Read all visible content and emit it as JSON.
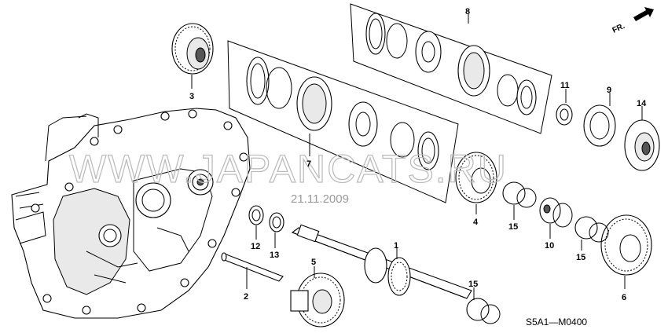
{
  "watermark": "WWW.JAPANCATS.RU",
  "date_stamp": "21.11.2009",
  "diagram_code": "S5A1—M0400",
  "direction": "FR.",
  "callouts": {
    "c1": "1",
    "c2": "2",
    "c3": "3",
    "c4": "4",
    "c5": "5",
    "c6": "6",
    "c7": "7",
    "c8": "8",
    "c9": "9",
    "c10": "10",
    "c11": "11",
    "c12": "12",
    "c13": "13",
    "c14": "14",
    "c15a": "15",
    "c15b": "15",
    "c15c": "15"
  }
}
